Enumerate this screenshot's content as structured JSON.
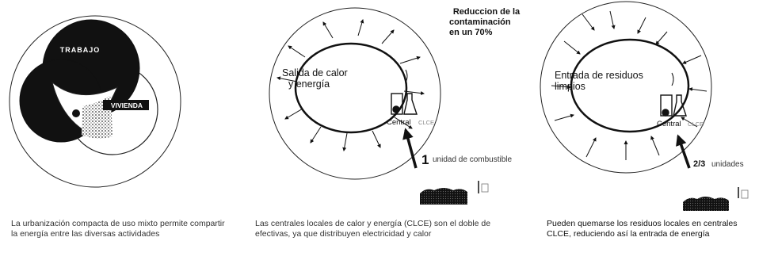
{
  "panel1": {
    "circle_top": "TRABAJO",
    "circle_right": "VIVIENDA",
    "caption": "La urbanización compacta de uso mixto permite compartir la energía entre las diversas actividades"
  },
  "panel2": {
    "headline": [
      "Reduccion de la",
      "contaminación",
      "en un 70%"
    ],
    "ring_label": [
      "Salida de calor",
      "y energía"
    ],
    "plant_label": "Central",
    "plant_suffix": "CLCE",
    "fuel_number": "1",
    "fuel_text": "unidad de combustible",
    "caption": "Las centrales locales de calor y energía (CLCE) son el doble de efectivas, ya que distribuyen electricidad y calor"
  },
  "panel3": {
    "ring_label": [
      "Entrada de residuos",
      "limpios"
    ],
    "plant_label": "Central",
    "plant_suffix": "CLCE",
    "fuel_number": "2/3",
    "fuel_text": "unidades",
    "caption": "Pueden quemarse los residuos locales en centrales CLCE, reduciendo así la entrada de energía"
  },
  "colors": {
    "ink": "#111111",
    "hatch": "#555555"
  }
}
